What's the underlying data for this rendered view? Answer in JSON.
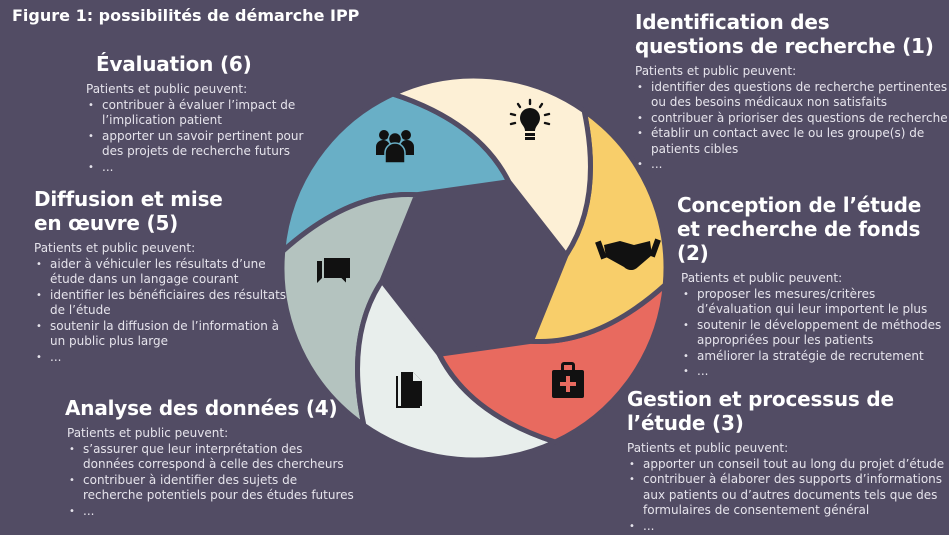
{
  "title": "Figure 1: possibilités de démarche IPP",
  "colors": {
    "background": "#524c64",
    "identification": "#fdf0d6",
    "conception": "#f8ce6a",
    "gestion": "#e86a5f",
    "analyse": "#e8eeec",
    "diffusion": "#b4c3bf",
    "evaluation": "#69afc6"
  },
  "steps": [
    {
      "id": "identification",
      "heading": "Identification des questions de recherche (1)",
      "intro": "Patients et public peuvent:",
      "icon": "lightbulb-icon",
      "items": [
        "identifier des questions de recherche pertinentes ou des besoins médicaux non satisfaits",
        "contribuer à prioriser des questions de recherche",
        "établir un contact avec le ou les groupe(s) de patients cibles",
        "..."
      ]
    },
    {
      "id": "conception",
      "heading": "Conception de l’étude et recherche de fonds (2)",
      "intro": "Patients et public peuvent:",
      "icon": "handshake-icon",
      "items": [
        "proposer les mesures/critères d’évaluation qui leur importent le plus",
        "soutenir le développement de méthodes appropriées pour les patients",
        "améliorer la stratégie de recrutement",
        "..."
      ]
    },
    {
      "id": "gestion",
      "heading": "Gestion et processus de l’étude (3)",
      "intro": "Patients et public peuvent:",
      "icon": "medical-kit-icon",
      "items": [
        "apporter un conseil tout au long du projet d’étude",
        "contribuer à élaborer des supports d’informations aux patients ou d’autres documents tels que des formulaires de consentement général",
        "..."
      ]
    },
    {
      "id": "analyse",
      "heading": "Analyse des données (4)",
      "intro": "Patients et public peuvent:",
      "icon": "document-icon",
      "items": [
        "s’assurer que leur interprétation des données correspond à celle des chercheurs",
        "contribuer à identifier des sujets de recherche potentiels pour des études futures",
        "..."
      ]
    },
    {
      "id": "diffusion",
      "heading": "Diffusion et mise en œuvre (5)",
      "intro": "Patients et public peuvent:",
      "icon": "chat-bubbles-icon",
      "items": [
        "aider à véhiculer les résultats d’une étude dans un langage courant",
        "identifier les bénéficiaires des résultats de l’étude",
        "soutenir la diffusion de l’information à un public plus large",
        "..."
      ]
    },
    {
      "id": "evaluation",
      "heading": "Évaluation (6)",
      "intro": "Patients et public peuvent:",
      "icon": "people-group-icon",
      "items": [
        "contribuer à évaluer l’impact de l’implication patient",
        "apporter un savoir pertinent pour des projets de recherche futurs",
        "..."
      ]
    }
  ]
}
